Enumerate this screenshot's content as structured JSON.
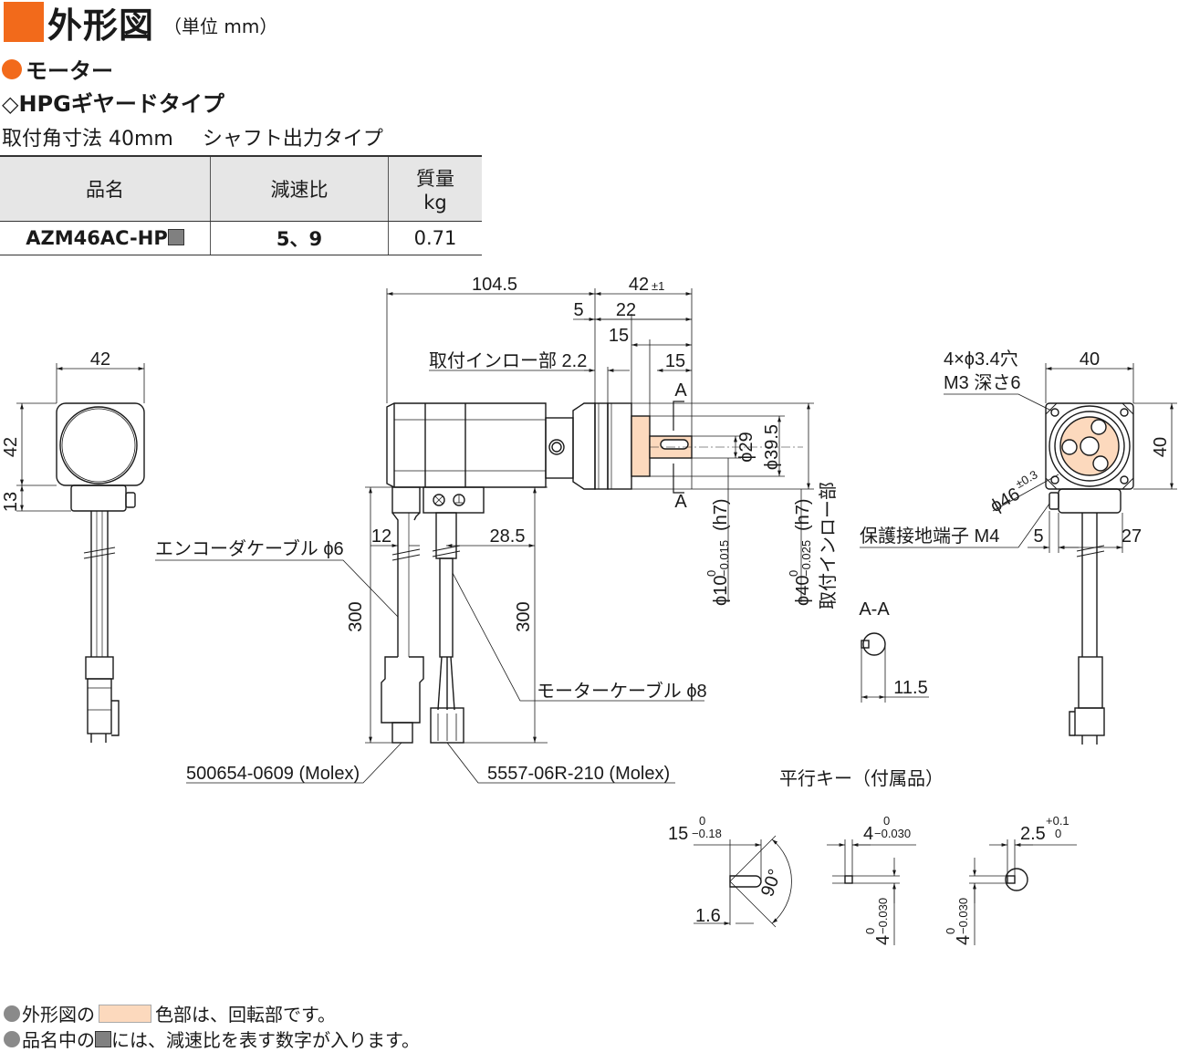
{
  "header": {
    "title": "外形図",
    "unit": "（単位 mm）",
    "motor": "モーター",
    "type": "◇HPGギヤードタイプ",
    "sub_left": "取付角寸法 40mm",
    "sub_right": "シャフト出力タイプ"
  },
  "table": {
    "col_model": "品名",
    "col_ratio": "減速比",
    "col_mass": "質量",
    "col_mass_unit": "kg",
    "row_model": "AZM46AC-HP",
    "row_ratio": "5、9",
    "row_mass": "0.71"
  },
  "dims": {
    "left_w": "42",
    "left_h": "42",
    "left_h2": "13",
    "total": "104.5",
    "shaft_len": "42",
    "shaft_tol": "±1",
    "d5": "5",
    "d22": "22",
    "d15a": "15",
    "d15b": "15",
    "pilot": "取付インロー部 2.2",
    "sec_a_top": "A",
    "sec_a_bot": "A",
    "dia29": "ϕ29",
    "dia395": "ϕ39.5",
    "shaft_dia": "ϕ10",
    "shaft_fit": "(h7)",
    "shaft_tol_top": "0",
    "shaft_tol_bot": "−0.015",
    "pilot_dia": "ϕ40",
    "pilot_fit": "(h7)",
    "pilot_tol_top": "0",
    "pilot_tol_bot": "−0.025",
    "pilot_label": "取付インロー部",
    "d12": "12",
    "d285": "28.5",
    "d300a": "300",
    "d300b": "300",
    "encoder_cable": "エンコーダケーブル ϕ6",
    "motor_cable": "モーターケーブル ϕ8",
    "conn_encoder": "500654-0609 (Molex)",
    "conn_motor": "5557-06R-210 (Molex)",
    "right_holes": "4×ϕ3.4穴",
    "right_tap": "M3 深さ6",
    "right_w": "40",
    "right_h": "40",
    "right_pcd": "ϕ46",
    "right_pcd_tol": "±0.3",
    "ground": "保護接地端子 M4",
    "d5b": "5",
    "d27": "27",
    "aa_label": "A-A",
    "aa_dim": "11.5",
    "key_title": "平行キー（付属品）",
    "key_len": "15",
    "key_len_tol_top": "0",
    "key_len_tol_bot": "−0.18",
    "key_chamfer": "1.6",
    "key_angle": "90°",
    "key_w": "4",
    "key_w_tol_top": "0",
    "key_w_tol_bot": "−0.030",
    "key_h": "4",
    "key_h_tol_top": "0",
    "key_h_tol_bot": "−0.030",
    "key_depth": "2.5",
    "key_depth_tol_top": "+0.1",
    "key_depth_tol_bot": "0",
    "key_h2": "4",
    "key_h2_tol_top": "0",
    "key_h2_tol_bot": "−0.030"
  },
  "notes": {
    "n1_a": "外形図の",
    "n1_b": "色部は、回転部です。",
    "n2_a": "品名中の",
    "n2_b": "には、減速比を表す数字が入ります。"
  },
  "colors": {
    "accent": "#f26a1b",
    "rotating": "#fcd9bd",
    "header_bg": "#e6e6e6"
  }
}
